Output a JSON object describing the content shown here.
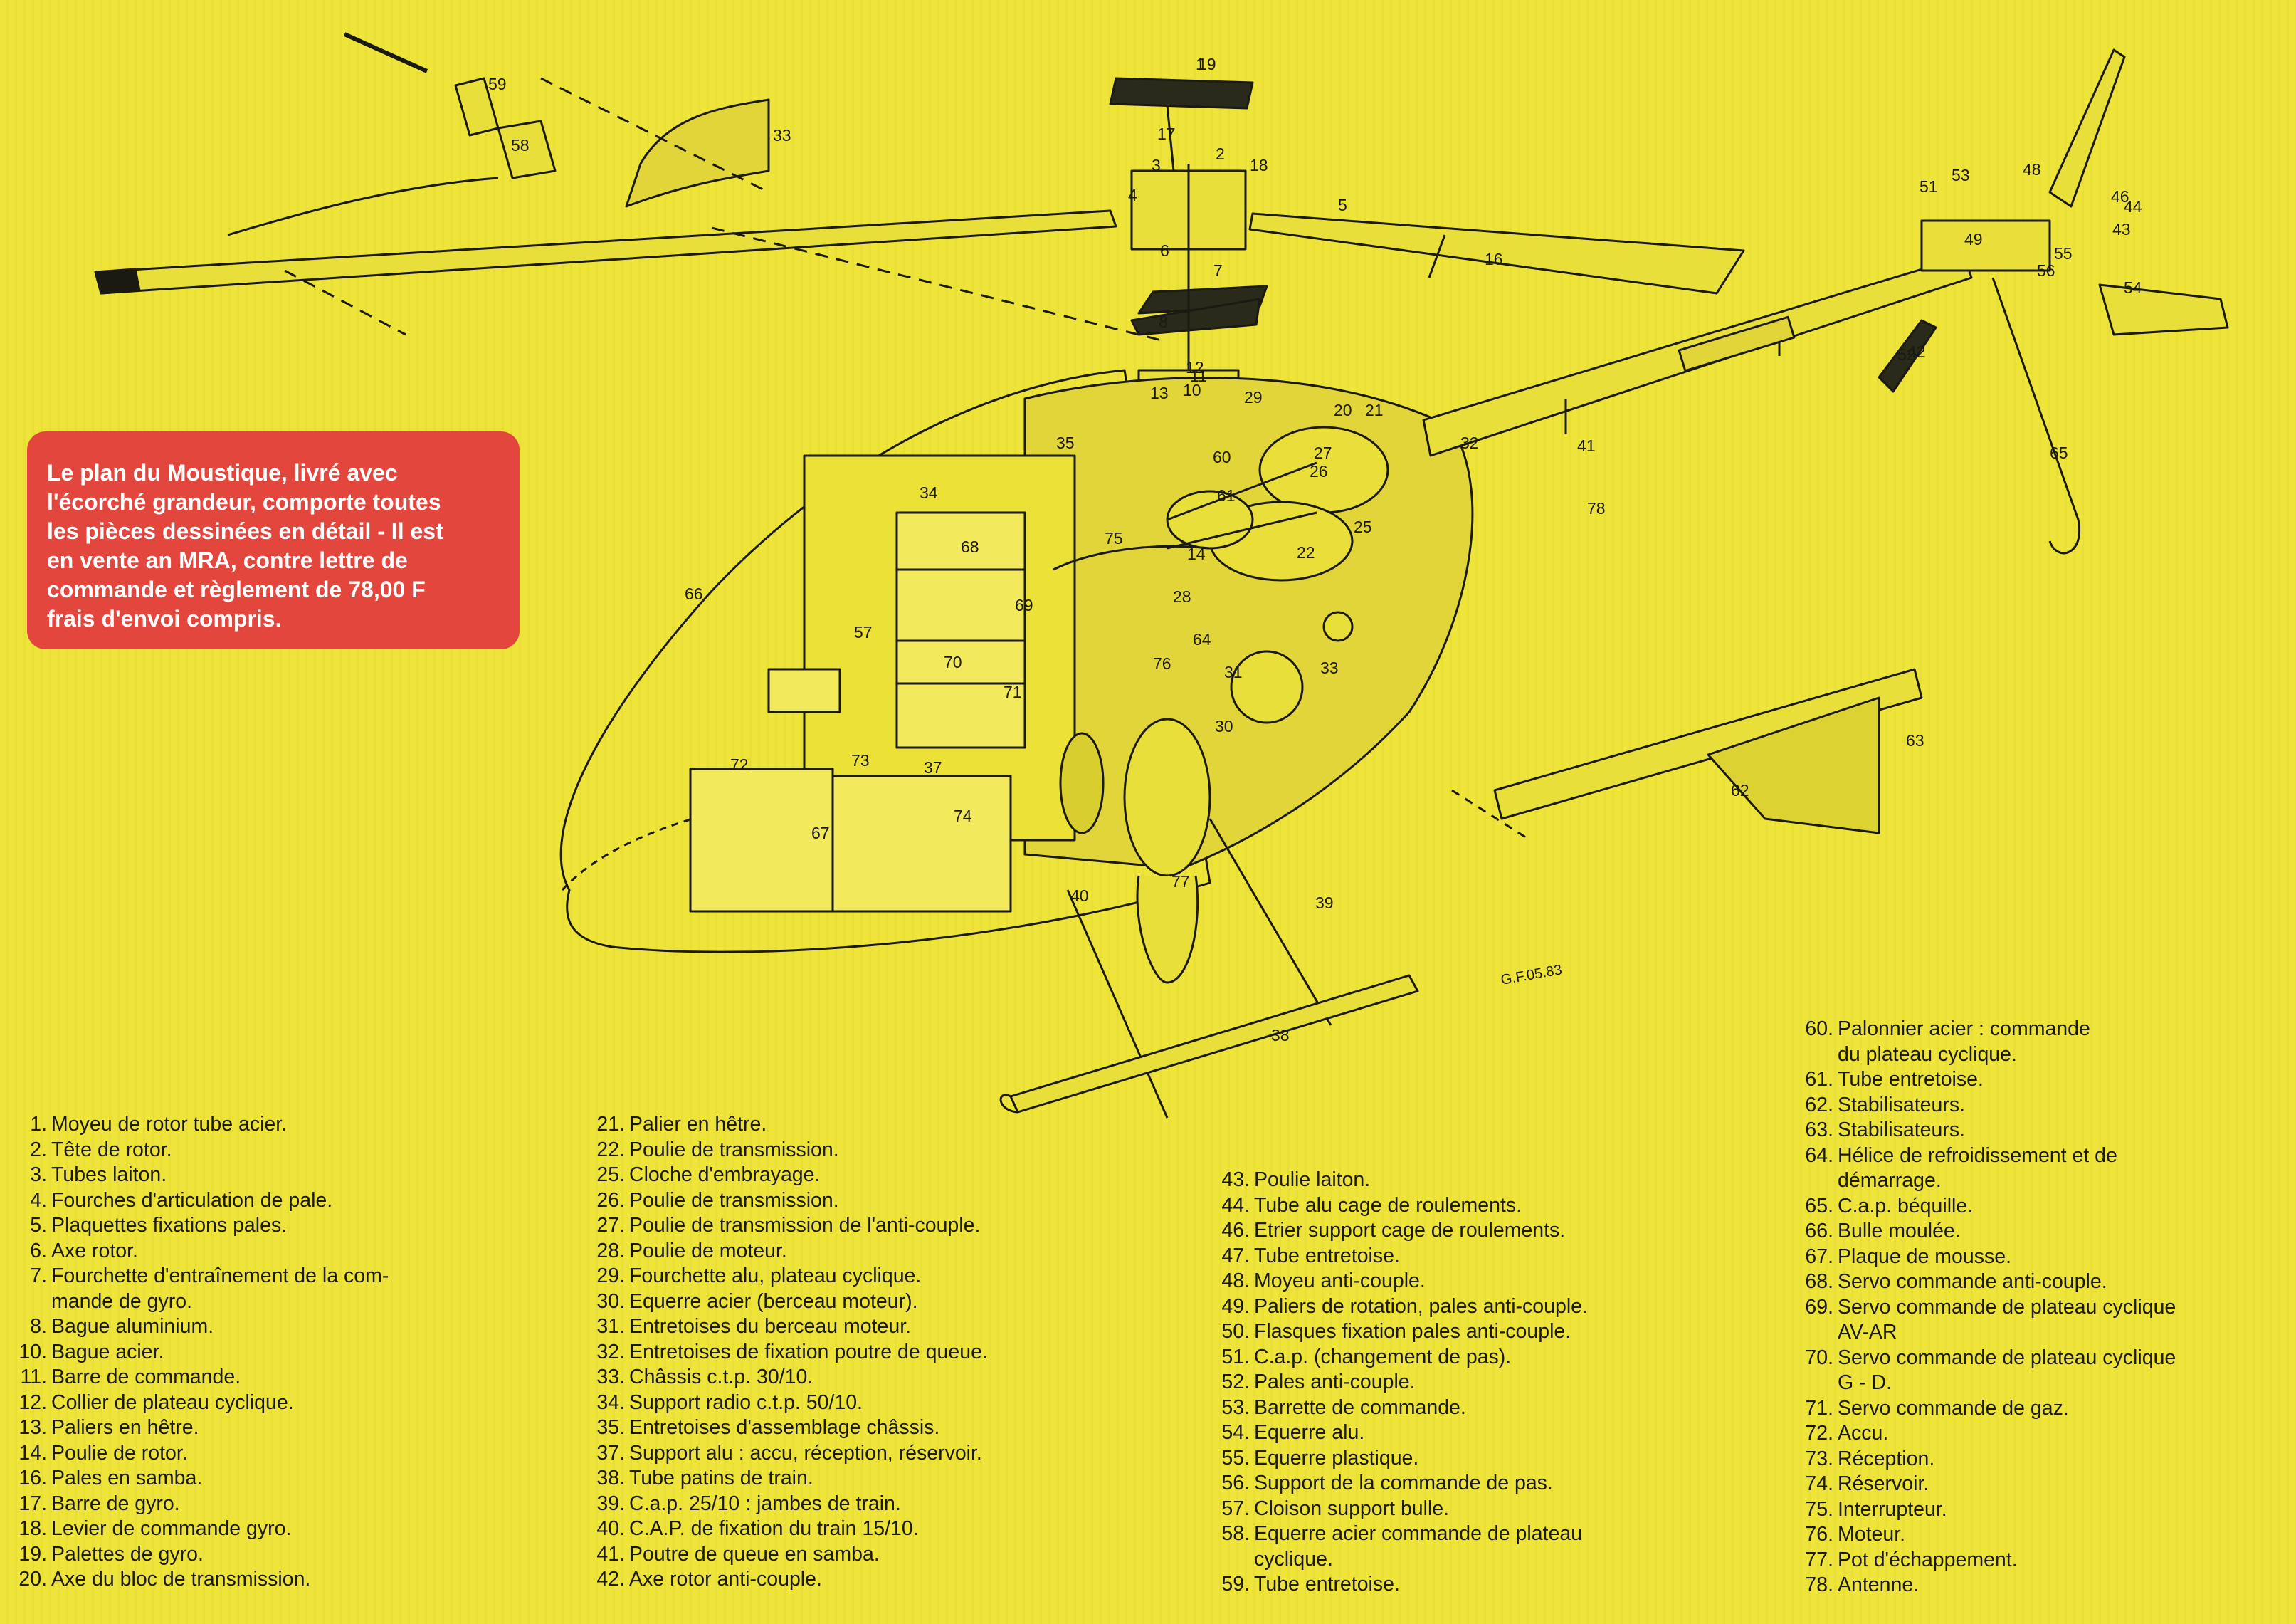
{
  "callout": {
    "text": "Le plan du Moustique, livré avec\nl'écorché grandeur, comporte toutes\nles pièces dessinées en détail - Il est\nen vente an MRA, contre lettre de\ncommande et règlement de 78,00 F\nfrais d'envoi compris."
  },
  "signature": "G.F.05.83",
  "diagram_labels": [
    "1",
    "2",
    "3",
    "4",
    "5",
    "6",
    "7",
    "8",
    "10",
    "11",
    "12",
    "13",
    "14",
    "16",
    "17",
    "18",
    "19",
    "20",
    "21",
    "22",
    "25",
    "26",
    "27",
    "28",
    "29",
    "30",
    "31",
    "32",
    "33",
    "33",
    "34",
    "35",
    "37",
    "38",
    "39",
    "40",
    "41",
    "42",
    "43",
    "44",
    "46",
    "48",
    "49",
    "51",
    "52",
    "53",
    "54",
    "55",
    "56",
    "57",
    "58",
    "59",
    "60",
    "61",
    "62",
    "63",
    "64",
    "65",
    "66",
    "67",
    "68",
    "69",
    "70",
    "71",
    "72",
    "73",
    "74",
    "75",
    "76",
    "77",
    "78"
  ],
  "colors": {
    "background": "#efe53a",
    "callout": "#e2463d",
    "ink": "#1a1a12"
  },
  "legend": {
    "col1": [
      {
        "num": "1.",
        "text": "Moyeu de rotor tube acier."
      },
      {
        "num": "2.",
        "text": "Tête de rotor."
      },
      {
        "num": "3.",
        "text": "Tubes laiton."
      },
      {
        "num": "4.",
        "text": "Fourches d'articulation de pale."
      },
      {
        "num": "5.",
        "text": "Plaquettes fixations pales."
      },
      {
        "num": "6.",
        "text": "Axe rotor."
      },
      {
        "num": "7.",
        "text": "Fourchette d'entraînement de la com-\nmande de gyro."
      },
      {
        "num": "8.",
        "text": "Bague aluminium."
      },
      {
        "num": "10.",
        "text": "Bague acier."
      },
      {
        "num": "11.",
        "text": "Barre de commande."
      },
      {
        "num": "12.",
        "text": "Collier de plateau cyclique."
      },
      {
        "num": "13.",
        "text": "Paliers en hêtre."
      },
      {
        "num": "14.",
        "text": "Poulie de rotor."
      },
      {
        "num": "16.",
        "text": "Pales en samba."
      },
      {
        "num": "17.",
        "text": "Barre de gyro."
      },
      {
        "num": "18.",
        "text": "Levier de commande gyro."
      },
      {
        "num": "19.",
        "text": "Palettes de gyro."
      },
      {
        "num": "20.",
        "text": "Axe du bloc de transmission."
      }
    ],
    "col2": [
      {
        "num": "21.",
        "text": "Palier en hêtre."
      },
      {
        "num": "22.",
        "text": "Poulie de transmission."
      },
      {
        "num": "25.",
        "text": "Cloche d'embrayage."
      },
      {
        "num": "26.",
        "text": "Poulie de transmission."
      },
      {
        "num": "27.",
        "text": "Poulie de transmission de l'anti-couple."
      },
      {
        "num": "28.",
        "text": "Poulie de moteur."
      },
      {
        "num": "29.",
        "text": "Fourchette alu, plateau cyclique."
      },
      {
        "num": "30.",
        "text": "Equerre acier (berceau moteur)."
      },
      {
        "num": "31.",
        "text": "Entretoises du berceau moteur."
      },
      {
        "num": "32.",
        "text": "Entretoises de fixation poutre de queue."
      },
      {
        "num": "33.",
        "text": "Châssis c.t.p. 30/10."
      },
      {
        "num": "34.",
        "text": "Support radio c.t.p. 50/10."
      },
      {
        "num": "35.",
        "text": "Entretoises d'assemblage châssis."
      },
      {
        "num": "37.",
        "text": "Support alu : accu, réception, réservoir."
      },
      {
        "num": "38.",
        "text": "Tube patins de train."
      },
      {
        "num": "39.",
        "text": "C.a.p. 25/10 : jambes de train."
      },
      {
        "num": "40.",
        "text": "C.A.P. de fixation du train 15/10."
      },
      {
        "num": "41.",
        "text": "Poutre de queue en samba."
      },
      {
        "num": "42.",
        "text": "Axe rotor anti-couple."
      }
    ],
    "col3": [
      {
        "num": "43.",
        "text": "Poulie laiton."
      },
      {
        "num": "44.",
        "text": "Tube alu cage de roulements."
      },
      {
        "num": "46.",
        "text": "Etrier support cage de roulements."
      },
      {
        "num": "47.",
        "text": "Tube entretoise."
      },
      {
        "num": "48.",
        "text": "Moyeu anti-couple."
      },
      {
        "num": "49.",
        "text": "Paliers de rotation, pales anti-couple."
      },
      {
        "num": "50.",
        "text": "Flasques fixation pales anti-couple."
      },
      {
        "num": "51.",
        "text": "C.a.p. (changement de pas)."
      },
      {
        "num": "52.",
        "text": "Pales anti-couple."
      },
      {
        "num": "53.",
        "text": "Barrette de commande."
      },
      {
        "num": "54.",
        "text": "Equerre alu."
      },
      {
        "num": "55.",
        "text": "Equerre plastique."
      },
      {
        "num": "56.",
        "text": "Support de la commande de pas."
      },
      {
        "num": "57.",
        "text": "Cloison support bulle."
      },
      {
        "num": "58.",
        "text": "Equerre acier commande de plateau\ncyclique."
      },
      {
        "num": "59.",
        "text": "Tube entretoise."
      }
    ],
    "col4": [
      {
        "num": "60.",
        "text": "Palonnier acier : commande\ndu plateau cyclique."
      },
      {
        "num": "61.",
        "text": "Tube entretoise."
      },
      {
        "num": "62.",
        "text": "Stabilisateurs."
      },
      {
        "num": "63.",
        "text": "Stabilisateurs."
      },
      {
        "num": "64.",
        "text": "Hélice de refroidissement et de\ndémarrage."
      },
      {
        "num": "65.",
        "text": "C.a.p. béquille."
      },
      {
        "num": "66.",
        "text": "Bulle moulée."
      },
      {
        "num": "67.",
        "text": "Plaque de mousse."
      },
      {
        "num": "68.",
        "text": "Servo commande anti-couple."
      },
      {
        "num": "69.",
        "text": "Servo commande de plateau cyclique\nAV-AR"
      },
      {
        "num": "70.",
        "text": "Servo commande de plateau cyclique\nG - D."
      },
      {
        "num": "71.",
        "text": "Servo commande de gaz."
      },
      {
        "num": "72.",
        "text": "Accu."
      },
      {
        "num": "73.",
        "text": "Réception."
      },
      {
        "num": "74.",
        "text": "Réservoir."
      },
      {
        "num": "75.",
        "text": "Interrupteur."
      },
      {
        "num": "76.",
        "text": "Moteur."
      },
      {
        "num": "77.",
        "text": "Pot d'échappement."
      },
      {
        "num": "78.",
        "text": "Antenne."
      }
    ]
  }
}
